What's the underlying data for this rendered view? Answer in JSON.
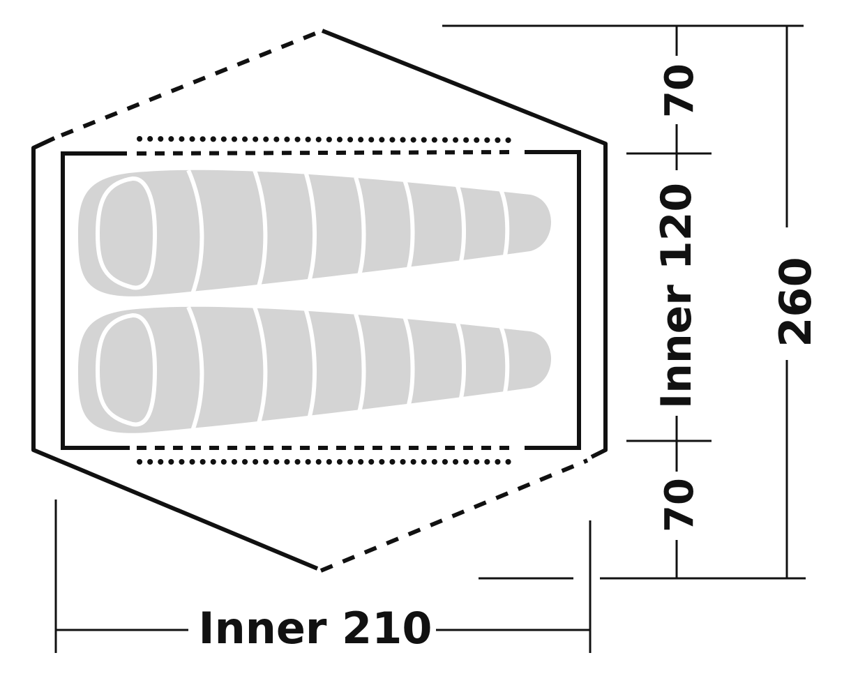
{
  "labels": {
    "inner_length": "Inner 210",
    "inner_width": "Inner 120",
    "vestibule_top": "70",
    "vestibule_bottom": "70",
    "total_width": "260"
  },
  "dimensions": {
    "inner_length_cm": 210,
    "inner_width_cm": 120,
    "vestibule_top_cm": 70,
    "vestibule_bottom_cm": 70,
    "total_width_cm": 260
  },
  "sleeping_bags": {
    "count": 2
  },
  "colors": {
    "line": "#111111",
    "sleeping_bag_fill": "#d4d4d4",
    "sleeping_bag_seam": "#ffffff",
    "background": "#ffffff"
  }
}
